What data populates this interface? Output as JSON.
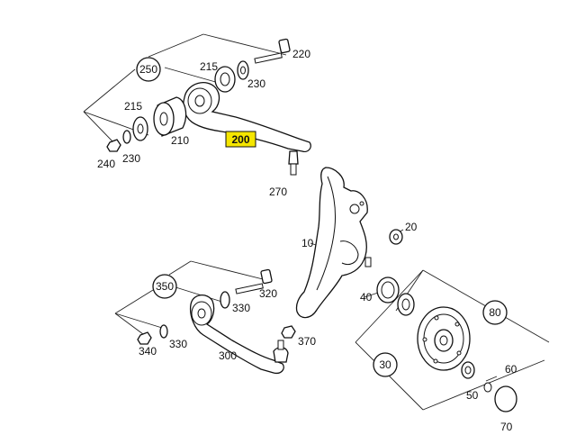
{
  "callouts": {
    "c250": "250",
    "c350": "350",
    "c30": "30",
    "c80": "80",
    "c70": "70"
  },
  "highlighted": {
    "c200": "200"
  },
  "labels": {
    "l220": "220",
    "l215a": "215",
    "l230a": "230",
    "l215b": "215",
    "l210": "210",
    "l240": "240",
    "l230b": "230",
    "l270": "270",
    "l10": "10",
    "l20": "20",
    "l40": "40",
    "l320": "320",
    "l330a": "330",
    "l330b": "330",
    "l340": "340",
    "l370": "370",
    "l300": "300",
    "l60": "60",
    "l50": "50"
  },
  "colors": {
    "highlight": "#f5e600",
    "ink": "#111111"
  }
}
